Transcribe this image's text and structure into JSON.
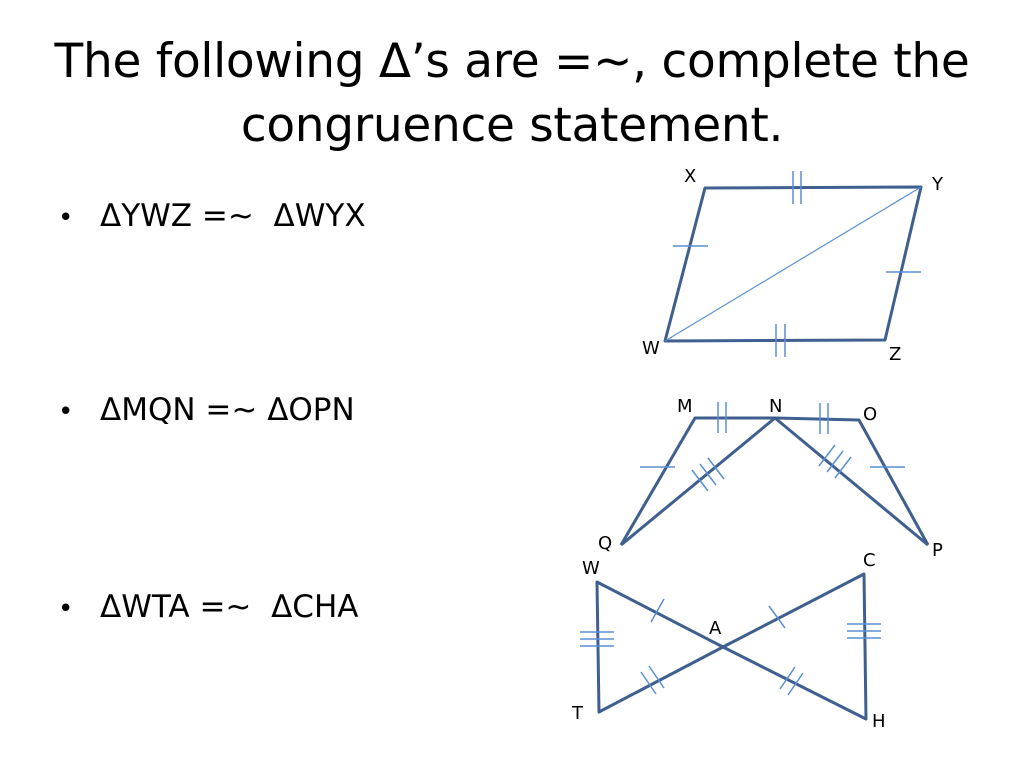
{
  "slide": {
    "title_line1": "The following Δ’s are =~, complete the",
    "title_line2": "congruence statement."
  },
  "bullets": [
    {
      "marker": "•",
      "text": "ΔYWZ =~  ΔWYX"
    },
    {
      "marker": "•",
      "text": "ΔMQN =~ ΔOPN"
    },
    {
      "marker": "•",
      "text": "ΔWTA =~  ΔCHA"
    }
  ],
  "figures": {
    "parallelogram": {
      "labels": {
        "X": "X",
        "Y": "Y",
        "W": "W",
        "Z": "Z"
      }
    },
    "m_shape": {
      "labels": {
        "M": "M",
        "N": "N",
        "O": "O",
        "Q": "Q",
        "P": "P"
      }
    },
    "bowtie": {
      "labels": {
        "W": "W",
        "C": "C",
        "A": "A",
        "T": "T",
        "H": "H"
      }
    }
  },
  "colors": {
    "figure_line": "#3F5F8F",
    "tick_mark": "#5B8FD4",
    "text": "#000000"
  }
}
